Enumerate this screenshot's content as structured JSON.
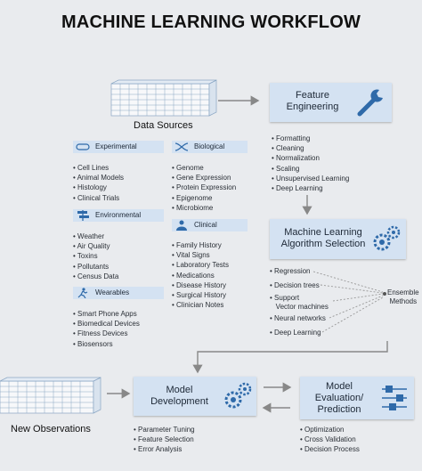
{
  "title": "MACHINE LEARNING WORKFLOW",
  "data_sources": {
    "label": "Data Sources",
    "categories": [
      {
        "name": "Experimental",
        "icon": "pill-icon",
        "items": [
          "Cell Lines",
          "Animal Models",
          "Histology",
          "Clinical Trials"
        ]
      },
      {
        "name": "Biological",
        "icon": "dna-icon",
        "items": [
          "Genome",
          "Gene Expression",
          "Protein Expression",
          "Epigenome",
          "Microbiome"
        ]
      },
      {
        "name": "Environmental",
        "icon": "signpost-icon",
        "items": [
          "Weather",
          "Air Quality",
          "Toxins",
          "Pollutants",
          "Census Data"
        ]
      },
      {
        "name": "Clinical",
        "icon": "doctor-icon",
        "items": [
          "Family History",
          "Vital Signs",
          "Laboratory Tests",
          "Medications",
          "Disease History",
          "Surgical History",
          "Clinician Notes"
        ]
      },
      {
        "name": "Wearables",
        "icon": "runner-icon",
        "items": [
          "Smart Phone Apps",
          "Biomedical Devices",
          "Fitness Devices",
          "Biosensors"
        ]
      }
    ]
  },
  "feature_engineering": {
    "title_line1": "Feature",
    "title_line2": "Engineering",
    "items": [
      "Formatting",
      "Cleaning",
      "Normalization",
      "Scaling",
      "Unsupervised Learning",
      "Deep Learning"
    ]
  },
  "algorithm_selection": {
    "title_line1": "Machine Learning",
    "title_line2": "Algorithm Selection",
    "methods": [
      "Regression",
      "Decision trees",
      "Support",
      "Vector machines",
      "Neural networks",
      "Deep Learning"
    ],
    "ensemble_line1": "Ensemble",
    "ensemble_line2": "Methods"
  },
  "model_development": {
    "title_line1": "Model",
    "title_line2": "Development",
    "items": [
      "Parameter Tuning",
      "Feature Selection",
      "Error Analysis"
    ]
  },
  "model_evaluation": {
    "title_line1": "Model",
    "title_line2": "Evaluation/",
    "title_line3": "Prediction",
    "items": [
      "Optimization",
      "Cross Validation",
      "Decision Process"
    ]
  },
  "new_observations": {
    "label": "New Observations"
  },
  "colors": {
    "box": "#d4e2f2",
    "accent": "#2f6aa9",
    "background": "#e9ebee"
  }
}
